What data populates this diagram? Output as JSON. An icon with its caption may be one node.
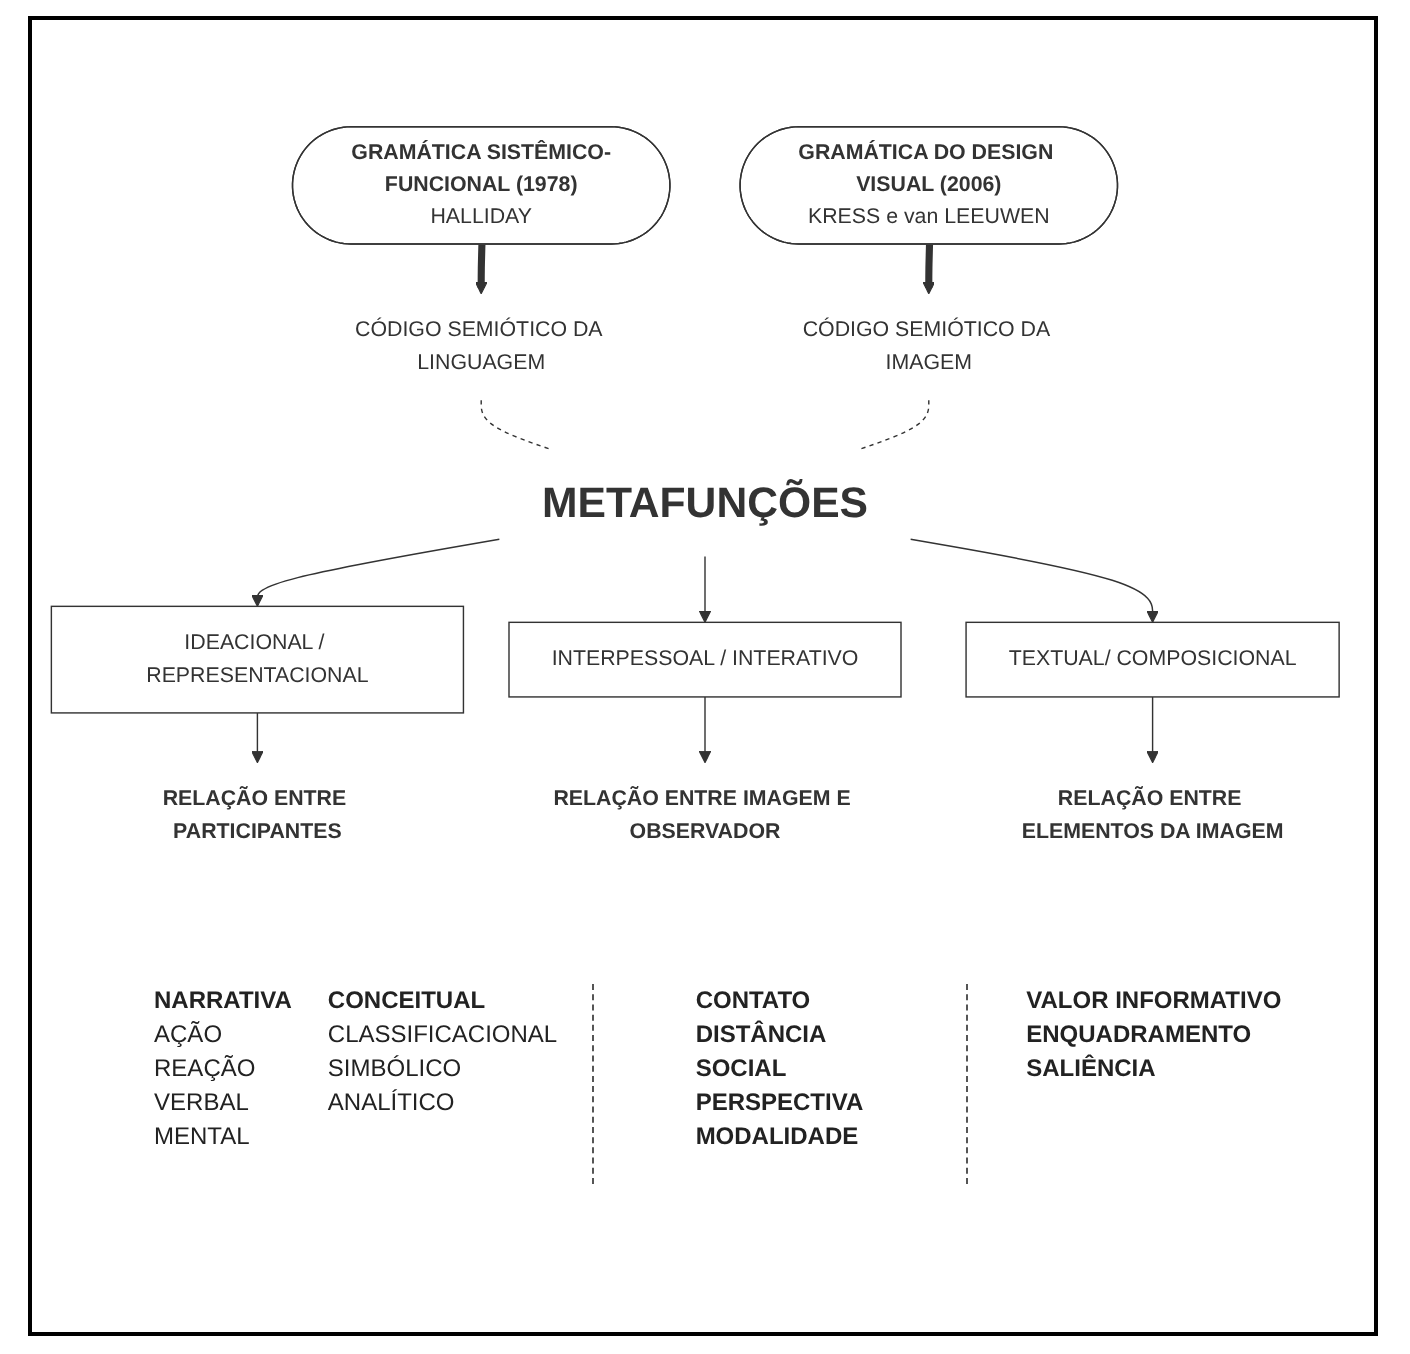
{
  "diagram": {
    "nodes": [
      {
        "text": [
          "GRAMÁTICA SISTÊMICO-FUNCIONAL (1978)",
          "HALLIDAY"
        ]
      },
      {
        "text": [
          "GRAMÁTICA DO DESIGN VISUAL (2006)",
          "KRESS e van LEEUWEN"
        ]
      },
      {
        "text": [
          "CÓDIGO SEMIÓTICO DA LINGUAGEM"
        ]
      },
      {
        "text": [
          "CÓDIGO SEMIÓTICO DA IMAGEM"
        ]
      },
      {
        "text": [
          "METAFUNÇÕES"
        ]
      },
      {
        "text": [
          "IDEACIONAL / REPRESENTACIONAL"
        ]
      },
      {
        "text": [
          "INTERPESSOAL / INTERATIVO"
        ]
      },
      {
        "text": [
          "TEXTUAL/ COMPOSICIONAL"
        ]
      },
      {
        "text": [
          "RELAÇÃO ENTRE PARTICIPANTES"
        ]
      },
      {
        "text": [
          "RELAÇÃO ENTRE IMAGEM E OBSERVADOR"
        ]
      },
      {
        "text": [
          "RELAÇÃO ENTRE ELEMENTOS DA IMAGEM"
        ]
      }
    ],
    "edges": [
      {
        "from": 0,
        "to": 2,
        "arrow": "to",
        "style": "thick"
      },
      {
        "from": 1,
        "to": 3,
        "arrow": "to",
        "style": "thick"
      },
      {
        "from": 2,
        "to": 4,
        "arrow": "none",
        "style": "dashed"
      },
      {
        "from": 3,
        "to": 4,
        "arrow": "none",
        "style": "dashed"
      },
      {
        "from": 4,
        "to": 5,
        "arrow": "to"
      },
      {
        "from": 4,
        "to": 6,
        "arrow": "to"
      },
      {
        "from": 4,
        "to": 7,
        "arrow": "to"
      },
      {
        "from": 5,
        "to": 8,
        "arrow": "to"
      },
      {
        "from": 6,
        "to": 9,
        "arrow": "to"
      },
      {
        "from": 7,
        "to": 10,
        "arrow": "to"
      }
    ],
    "labels": [
      "NARRATIVA",
      "AÇÃO",
      "REAÇÃO",
      "VERBAL",
      "MENTAL",
      "CONCEITUAL",
      "CLASSIFICACIONAL",
      "SIMBÓLICO",
      "ANALÍTICO",
      "CONTATO",
      "DISTÂNCIA",
      "SOCIAL",
      "PERSPECTIVA",
      "MODALIDADE",
      "VALOR INFORMATIVO",
      "ENQUADRAMENTO",
      "SALIÊNCIA"
    ]
  }
}
